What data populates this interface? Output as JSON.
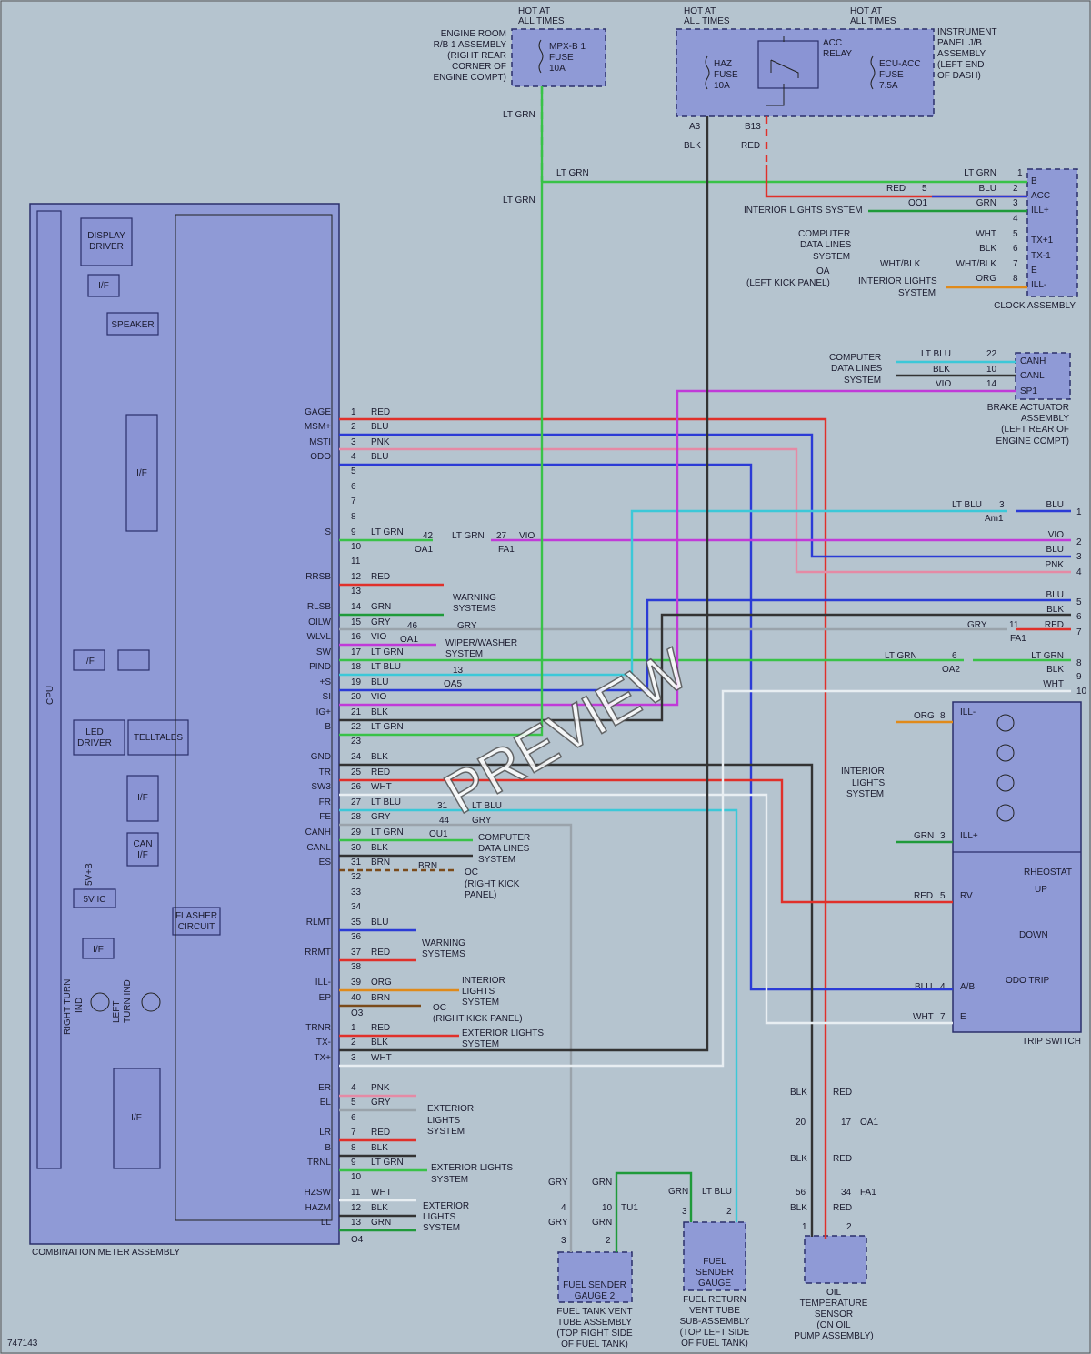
{
  "diagram_id": "747143",
  "watermark": "PREVIEW",
  "hot_label": "HOT AT ALL TIMES",
  "combination_meter": {
    "title": "COMBINATION METER ASSEMBLY",
    "internal": [
      "DISPLAY DRIVER",
      "I/F",
      "SPEAKER",
      "I/F",
      "CPU",
      "I/F",
      "LED DRIVER",
      "TELLTALES",
      "I/F",
      "CAN I/F",
      "5V IC",
      "FLASHER CIRCUIT",
      "I/F",
      "I/F"
    ],
    "pins": [
      {
        "label": "GAGE",
        "num": "1",
        "color": "RED"
      },
      {
        "label": "MSM+",
        "num": "2",
        "color": "BLU"
      },
      {
        "label": "MSTI",
        "num": "3",
        "color": "PNK"
      },
      {
        "label": "ODO",
        "num": "4",
        "color": "BLU"
      },
      {
        "label": "S",
        "num": "9",
        "color": "LT GRN"
      },
      {
        "label": "RRSB",
        "num": "12",
        "color": "RED"
      },
      {
        "label": "RLSB",
        "num": "14",
        "color": "GRN"
      },
      {
        "label": "OILW",
        "num": "15",
        "color": "GRY"
      },
      {
        "label": "WLVL",
        "num": "16",
        "color": "VIO"
      },
      {
        "label": "SW",
        "num": "17",
        "color": "LT GRN"
      },
      {
        "label": "PIND",
        "num": "18",
        "color": "LT BLU"
      },
      {
        "label": "+S",
        "num": "19",
        "color": "BLU"
      },
      {
        "label": "SI",
        "num": "20",
        "color": "VIO"
      },
      {
        "label": "IG+",
        "num": "21",
        "color": "BLK"
      },
      {
        "label": "B",
        "num": "22",
        "color": "LT GRN"
      },
      {
        "label": "GND",
        "num": "24",
        "color": "BLK"
      },
      {
        "label": "TR",
        "num": "25",
        "color": "RED"
      },
      {
        "label": "SW3",
        "num": "26",
        "color": "WHT"
      },
      {
        "label": "FR",
        "num": "27",
        "color": "LT BLU"
      },
      {
        "label": "FE",
        "num": "28",
        "color": "GRY"
      },
      {
        "label": "CANH",
        "num": "29",
        "color": "LT GRN"
      },
      {
        "label": "CANL",
        "num": "30",
        "color": "BLK"
      },
      {
        "label": "ES",
        "num": "31",
        "color": "BRN"
      },
      {
        "label": "RLMT",
        "num": "35",
        "color": "BLU"
      },
      {
        "label": "RRMT",
        "num": "37",
        "color": "RED"
      },
      {
        "label": "ILL-",
        "num": "39",
        "color": "ORG"
      },
      {
        "label": "EP",
        "num": "40",
        "color": "BRN"
      },
      {
        "label": "TRNR",
        "num": "1",
        "color": "RED"
      },
      {
        "label": "TX-",
        "num": "2",
        "color": "BLK"
      },
      {
        "label": "TX+",
        "num": "3",
        "color": "WHT"
      },
      {
        "label": "ER",
        "num": "4",
        "color": "PNK"
      },
      {
        "label": "EL",
        "num": "5",
        "color": "GRY"
      },
      {
        "label": "LR",
        "num": "7",
        "color": "RED"
      },
      {
        "label": "B",
        "num": "8",
        "color": "BLK"
      },
      {
        "label": "TRNL",
        "num": "9",
        "color": "LT GRN"
      },
      {
        "label": "HZSW",
        "num": "11",
        "color": "WHT"
      },
      {
        "label": "HAZM",
        "num": "12",
        "color": "BLK"
      },
      {
        "label": "LL",
        "num": "13",
        "color": "GRN"
      }
    ],
    "unused_pins": [
      "5",
      "6",
      "7",
      "8",
      "10",
      "11",
      "13",
      "23",
      "32",
      "33",
      "34",
      "36",
      "38",
      "6",
      "10"
    ],
    "connectors": [
      "O3",
      "O4"
    ],
    "side_labels": [
      "RIGHT TURN IND",
      "LEFT TURN IND",
      "5V+B"
    ]
  },
  "top": {
    "engine_room": "ENGINE ROOM R/B 1 ASSEMBLY (RIGHT REAR CORNER OF ENGINE COMPT)",
    "mpx_fuse": "MPX-B 1 FUSE 10A",
    "haz_fuse": "HAZ FUSE 10A",
    "acc_relay": "ACC RELAY",
    "ecu_fuse": "ECU-ACC FUSE 7.5A",
    "instrument_panel": "INSTRUMENT PANEL J/B ASSEMBLY (LEFT END OF DASH)",
    "a3": "A3",
    "b13": "B13",
    "blk": "BLK",
    "red": "RED",
    "lt_grn": "LT GRN"
  },
  "clock": {
    "title": "CLOCK ASSEMBLY",
    "pins": [
      "B",
      "ACC",
      "ILL+",
      "",
      "TX+1",
      "TX-1",
      "E",
      "ILL-"
    ],
    "wires": [
      "LT GRN",
      "BLU",
      "GRN",
      "",
      "WHT",
      "BLK",
      "WHT/BLK",
      "ORG"
    ],
    "o01": "OO1",
    "red_5": "RED",
    "interior_lights": "INTERIOR LIGHTS SYSTEM",
    "computer_data": "COMPUTER DATA LINES SYSTEM",
    "oa": "OA",
    "left_kick": "(LEFT KICK PANEL)",
    "interior_lights2": "INTERIOR LIGHTS SYSTEM"
  },
  "brake": {
    "title": "BRAKE ACTUATOR ASSEMBLY (LEFT REAR OF ENGINE COMPT)",
    "pins": [
      "CANH",
      "CANL",
      "SP1"
    ],
    "wires": [
      "LT BLU",
      "BLK",
      "VIO"
    ],
    "nums": [
      "22",
      "10",
      "14"
    ],
    "system": "COMPUTER DATA LINES SYSTEM"
  },
  "right_connector": {
    "wires": [
      "BLU",
      "VIO",
      "BLU",
      "PNK",
      "BLU",
      "BLK",
      "RED",
      "LT GRN",
      "BLK",
      "WHT"
    ],
    "lt_blu": "LT BLU",
    "am1": "Am1",
    "gry": "GRY",
    "fa1": "FA1",
    "oa2": "OA2",
    "lt_grn": "LT GRN"
  },
  "trip_switch": {
    "title": "TRIP SWITCH",
    "interior": "INTERIOR LIGHTS SYSTEM",
    "pins": [
      "ILL-",
      "ILL+",
      "RV",
      "A/B",
      "E"
    ],
    "wires": [
      "ORG",
      "GRN",
      "RED",
      "BLU",
      "WHT"
    ],
    "nums": [
      "8",
      "3",
      "5",
      "4",
      "7"
    ],
    "rheostat": "RHEOSTAT",
    "up": "UP",
    "down": "DOWN",
    "odo": "ODO TRIP"
  },
  "middle_labels": {
    "oa1": "OA1",
    "fa1": "FA1",
    "oa5": "OA5",
    "ou1": "OU1",
    "oc": "OC",
    "warning": "WARNING SYSTEMS",
    "wiper": "WIPER/WASHER SYSTEM",
    "computer": "COMPUTER DATA LINES SYSTEM",
    "right_kick": "(RIGHT KICK PANEL)",
    "interior": "INTERIOR LIGHTS SYSTEM",
    "exterior": "EXTERIOR LIGHTS SYSTEM"
  },
  "bottom": {
    "fuel_sender2": "FUEL SENDER GAUGE 2",
    "fuel_tank_vent": "FUEL TANK VENT TUBE ASSEMBLY (TOP RIGHT SIDE OF FUEL TANK)",
    "fuel_sender": "FUEL SENDER GAUGE",
    "fuel_return": "FUEL RETURN VENT TUBE SUB-ASSEMBLY (TOP LEFT SIDE OF FUEL TANK)",
    "oil_temp": "OIL TEMPERATURE SENSOR (ON OIL PUMP ASSEMBLY)",
    "tu1": "TU1",
    "oa1": "OA1",
    "fa1": "FA1"
  }
}
